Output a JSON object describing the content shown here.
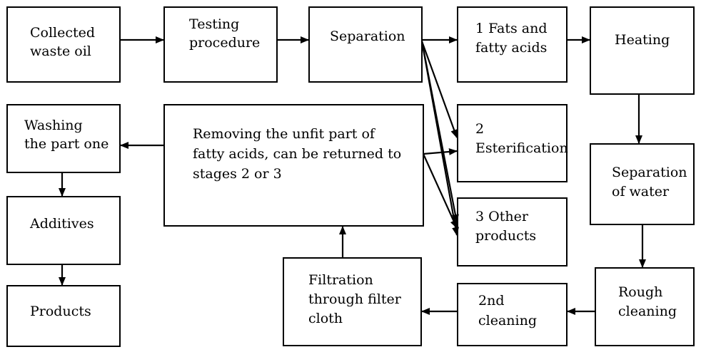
{
  "nodes": {
    "collected": {
      "lines": [
        "Collected",
        "waste oil"
      ]
    },
    "testing": {
      "lines": [
        "Testing",
        "procedure"
      ]
    },
    "separation": {
      "lines": [
        "Separation"
      ]
    },
    "fats": {
      "lines": [
        "1 Fats and",
        "fatty acids"
      ]
    },
    "heating": {
      "lines": [
        "Heating"
      ]
    },
    "washing": {
      "lines": [
        "Washing",
        "the part one"
      ]
    },
    "removing": {
      "lines": [
        "Removing the unfit part of",
        "fatty acids, can be returned to",
        "stages 2 or 3"
      ]
    },
    "esterification": {
      "lines": [
        "2",
        "Esterification"
      ]
    },
    "separation_water": {
      "lines": [
        "Separation",
        "of water"
      ]
    },
    "additives": {
      "lines": [
        "Additives"
      ]
    },
    "other_products": {
      "lines": [
        "3 Other",
        "products"
      ]
    },
    "filtration": {
      "lines": [
        "Filtration",
        "through filter",
        "cloth"
      ]
    },
    "second_cleaning": {
      "lines": [
        "2nd",
        "cleaning"
      ]
    },
    "rough_cleaning": {
      "lines": [
        "Rough",
        "cleaning"
      ]
    },
    "products": {
      "lines": [
        "Products"
      ]
    }
  },
  "colors": {
    "line": "#000000",
    "box_fill": "#ffffff"
  }
}
